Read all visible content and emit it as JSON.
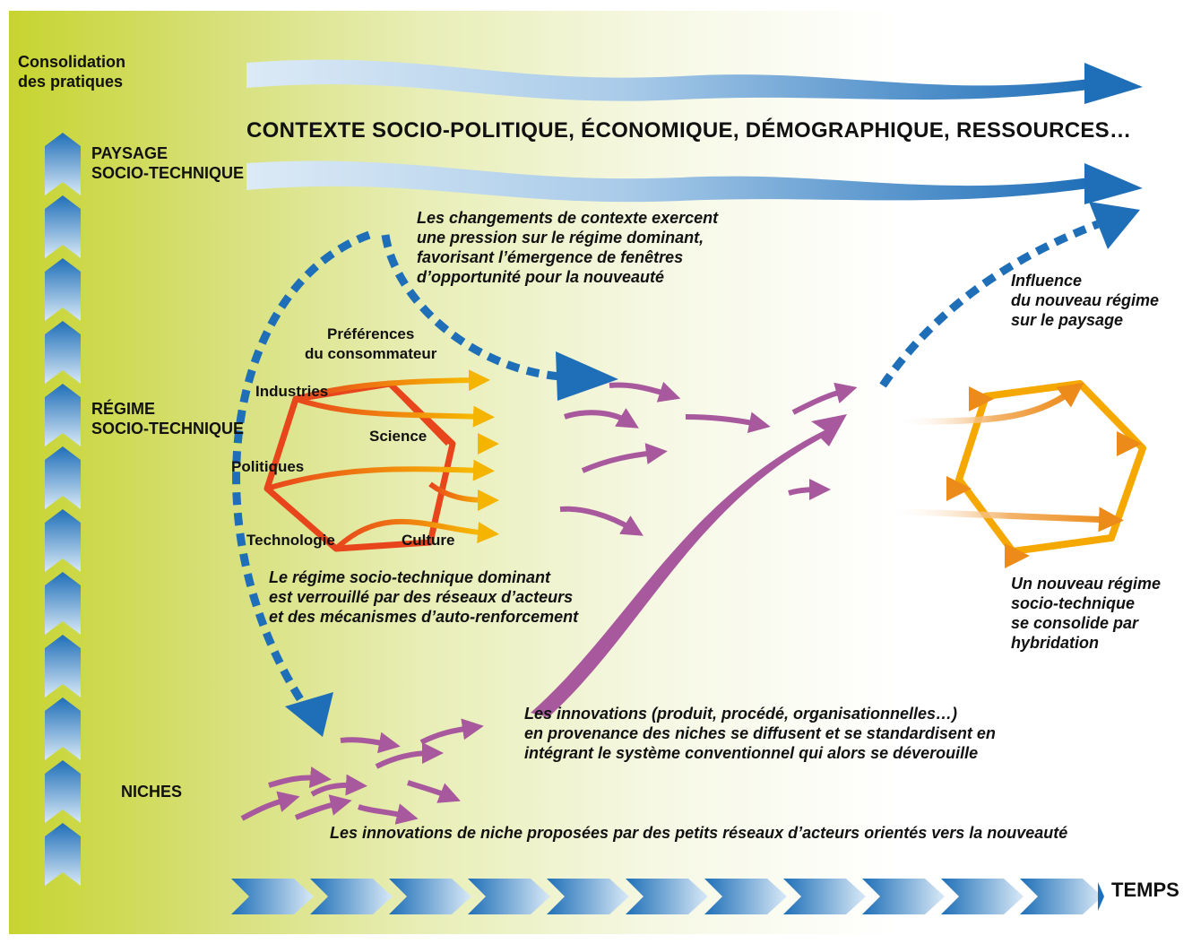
{
  "levels": {
    "consolidation": "Consolidation\ndes pratiques",
    "paysage": "PAYSAGE\nSOCIO-TECHNIQUE",
    "regime": "RÉGIME\nSOCIO-TECHNIQUE",
    "niches": "NICHES"
  },
  "context": "CONTEXTE SOCIO-POLITIQUE, ÉCONOMIQUE, DÉMOGRAPHIQUE, RESSOURCES…",
  "annotations": {
    "context_pressure": "Les changements de contexte exercent\nune pression sur le régime dominant,\nfavorisant l’émergence de fenêtres\nd’opportunité pour la nouveauté",
    "influence": "Influence\ndu nouveau régime\nsur le paysage",
    "locked_regime": "Le régime socio-technique dominant\nest verrouillé par des réseaux d’acteurs\net des mécanismes d’auto-renforcement",
    "new_regime": "Un nouveau régime\nsocio-technique\nse consolide par\nhybridation",
    "diffusion": "Les innovations (produit, procédé, organisationnelles…)\nen provenance des niches se diffusent et se standardisent en\nintégrant le système conventionnel qui alors se déverouille",
    "niche_innovations": "Les innovations de niche proposées par des petits réseaux d’acteurs orientés vers la nouveauté"
  },
  "regime_nodes": {
    "preferences": "Préférences\ndu consommateur",
    "industries": "Industries",
    "science": "Science",
    "politiques": "Politiques",
    "technologie": "Technologie",
    "culture": "Culture"
  },
  "time_label": "TEMPS",
  "colors": {
    "blue": "#1f6fb8",
    "light_blue": "#cfe3f4",
    "red_orange": "#e8451c",
    "orange": "#f5a800",
    "purple": "#a8589c",
    "green": "#c7d42f"
  }
}
